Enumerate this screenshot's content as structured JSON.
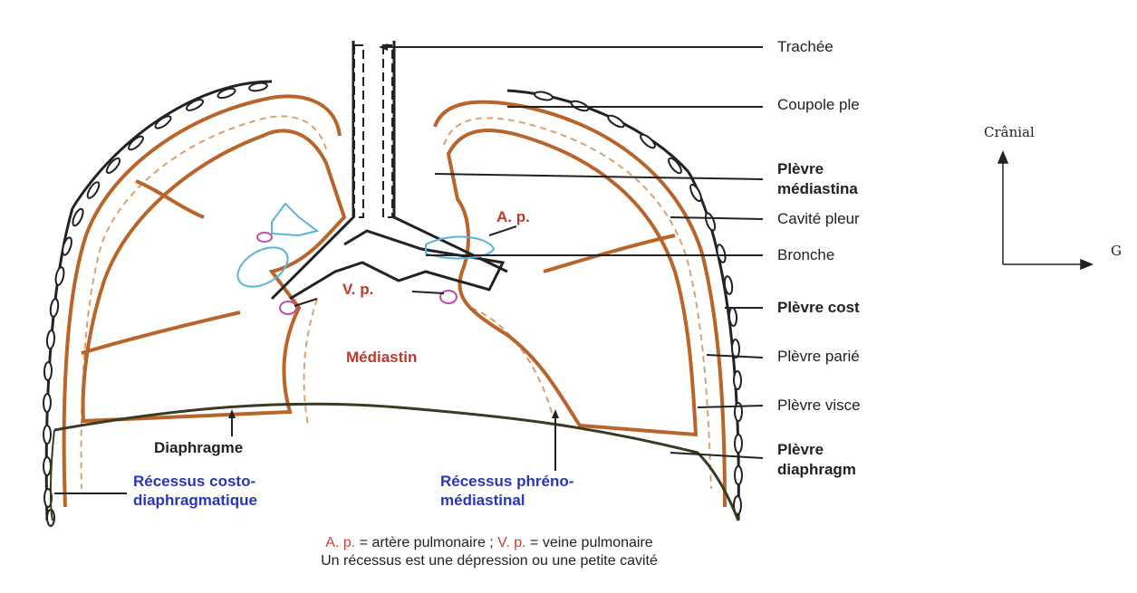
{
  "labels": {
    "trachee": "Trachée",
    "coupole": "Coupole ple",
    "plevre_mediastinale_1": "Plèvre",
    "plevre_mediastinale_2": "médiastina",
    "cavite": "Cavité pleur",
    "bronche": "Bronche",
    "plevre_costale": "Plèvre cost",
    "plevre_parietale": "Plèvre parié",
    "plevre_viscerale": "Plèvre visce",
    "plevre_diaphragmatique_1": "Plèvre",
    "plevre_diaphragmatique_2": "diaphragm",
    "ap": "A. p.",
    "vp": "V. p.",
    "mediastin": "Médiastin",
    "diaphragme": "Diaphragme",
    "recessus_costo_1": "Récessus costo-",
    "recessus_costo_2": "diaphragmatique",
    "recessus_phreno_1": "Récessus phréno-",
    "recessus_phreno_2": "médiastinal"
  },
  "legend": {
    "ap_abbr": "A. p.",
    "ap_def": " = artère pulmonaire ; ",
    "vp_abbr": "V. p.",
    "vp_def": " = veine pulmonaire",
    "line2": "Un récessus est une  dépression ou une petite cavité"
  },
  "axes": {
    "cranial": "Crânial",
    "gauche": "G"
  },
  "colors": {
    "pleura": "#b8642a",
    "membrane": "#d9a070",
    "outline": "#222222",
    "red_label": "#c0392b",
    "blue_label": "#2a36b8",
    "vessel_blue": "#5ab4d8",
    "vessel_pink": "#c44ca6"
  }
}
